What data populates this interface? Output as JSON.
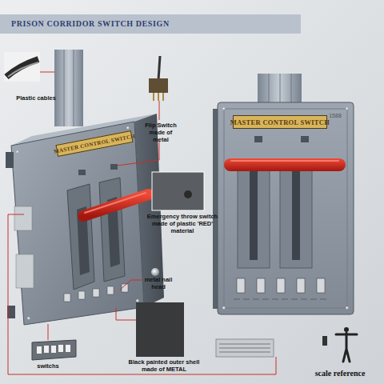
{
  "diagram": {
    "title": "PRISON CORRIDOR SWITCH DESIGN",
    "nodes": [
      {
        "text": [
          "MASTER CONTROL SWITCH"
        ]
      },
      {
        "text": [
          "MASTER CONTROL SWITCH"
        ]
      }
    ],
    "labels": [
      "Plastic cables",
      "Flip Switch made of metal",
      "Emergency throw switch made of plastic 'RED' material",
      "metal nail head",
      "switchs",
      "Black painted outer shell made of METAL",
      "scale reference",
      "1588"
    ]
  }
}
